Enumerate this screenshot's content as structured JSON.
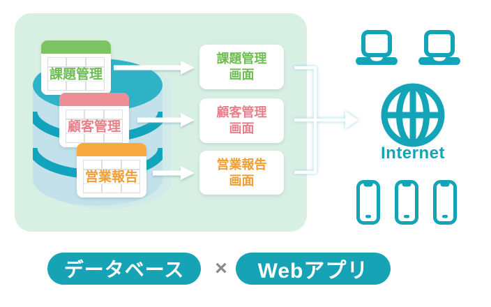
{
  "diagram": {
    "database": {
      "tables": [
        {
          "label": "課題管理",
          "color": "#6ebd54",
          "header_color": "#7cc463"
        },
        {
          "label": "顧客管理",
          "color": "#e97f8b",
          "header_color": "#ee8d96"
        },
        {
          "label": "営業報告",
          "color": "#f29d2f",
          "header_color": "#f6a93f"
        }
      ]
    },
    "screens": [
      {
        "line1": "課題管理",
        "line2": "画面",
        "color": "#6ebd54"
      },
      {
        "line1": "顧客管理",
        "line2": "画面",
        "color": "#e97f8b"
      },
      {
        "line1": "営業報告",
        "line2": "画面",
        "color": "#f29d2f"
      }
    ],
    "internet": {
      "label": "Internet"
    },
    "devices": {
      "laptop_count": 2,
      "phone_count": 3
    },
    "footer": {
      "left_pill": "データベース",
      "separator": "×",
      "right_pill": "Webアプリ"
    },
    "colors": {
      "teal_icon": "#14a4b8",
      "pill_bg": "#17a3b6",
      "panel_bg": "#d8efe4",
      "cylinder_top": "#2eb3c7",
      "cylinder_band": "#11a4bc",
      "cylinder_body": "#c2e1eb",
      "separator_gray": "#8a8a8a"
    }
  }
}
